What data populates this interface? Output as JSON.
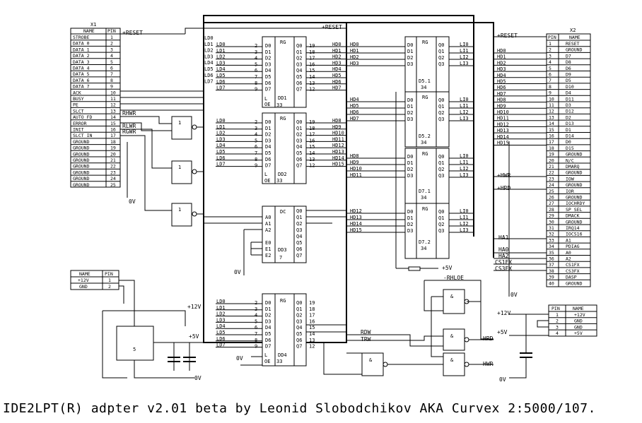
{
  "caption": "IDE2LPT(R) adpter v2.01 beta by Leonid Slobodchikov AKA Curvex 2:5000/107.",
  "x1": {
    "title": "X1",
    "col_name": "NAME",
    "col_pin": "PIN",
    "rows": [
      [
        "STROBE",
        "1"
      ],
      [
        "DATA 0",
        "2"
      ],
      [
        "DATA 1",
        "3"
      ],
      [
        "DATA 2",
        "4"
      ],
      [
        "DATA 3",
        "5"
      ],
      [
        "DATA 4",
        "6"
      ],
      [
        "DATA 5",
        "7"
      ],
      [
        "DATA 6",
        "8"
      ],
      [
        "DATA 7",
        "9"
      ],
      [
        "ACK",
        "10"
      ],
      [
        "BUSY",
        "11"
      ],
      [
        "PE",
        "12"
      ],
      [
        "SLCT",
        "13"
      ],
      [
        "AUTO FD",
        "14"
      ],
      [
        "ERROR",
        "15"
      ],
      [
        "INIT",
        "16"
      ],
      [
        "SLCT IN",
        "17"
      ],
      [
        "GROUND",
        "18"
      ],
      [
        "GROUND",
        "19"
      ],
      [
        "GROUND",
        "20"
      ],
      [
        "GROUND",
        "21"
      ],
      [
        "GROUND",
        "22"
      ],
      [
        "GROUND",
        "23"
      ],
      [
        "GROUND",
        "24"
      ],
      [
        "GROUND",
        "25"
      ]
    ]
  },
  "x2": {
    "title": "X2",
    "col_pin": "PIN",
    "col_name": "NAME",
    "rows": [
      [
        "1",
        "RESET"
      ],
      [
        "2",
        "GROUND"
      ],
      [
        "3",
        "D7"
      ],
      [
        "4",
        "D8"
      ],
      [
        "5",
        "D6"
      ],
      [
        "6",
        "D9"
      ],
      [
        "7",
        "D5"
      ],
      [
        "8",
        "D10"
      ],
      [
        "9",
        "D4"
      ],
      [
        "10",
        "D11"
      ],
      [
        "11",
        "D3"
      ],
      [
        "12",
        "D12"
      ],
      [
        "13",
        "D2"
      ],
      [
        "14",
        "D13"
      ],
      [
        "15",
        "D1"
      ],
      [
        "16",
        "D14"
      ],
      [
        "17",
        "D0"
      ],
      [
        "18",
        "D15"
      ],
      [
        "19",
        "GROUND"
      ],
      [
        "20",
        "N/C"
      ],
      [
        "21",
        "DMARQ"
      ],
      [
        "22",
        "GROUND"
      ],
      [
        "23",
        "IOW"
      ],
      [
        "24",
        "GROUND"
      ],
      [
        "25",
        "IOR"
      ],
      [
        "26",
        "GROUND"
      ],
      [
        "27",
        "IOCHRDY"
      ],
      [
        "28",
        "SP SEL"
      ],
      [
        "29",
        "DMACK"
      ],
      [
        "30",
        "GROUND"
      ],
      [
        "31",
        "IRQ14"
      ],
      [
        "32",
        "IOCS16"
      ],
      [
        "33",
        "A1"
      ],
      [
        "34",
        "PDIAG"
      ],
      [
        "35",
        "A0"
      ],
      [
        "36",
        "A2"
      ],
      [
        "37",
        "CS1FX"
      ],
      [
        "38",
        "CS3FX"
      ],
      [
        "39",
        "DASP"
      ],
      [
        "40",
        "GROUND"
      ]
    ]
  },
  "pwr_in": {
    "col_name": "NAME",
    "col_pin": "PIN",
    "rows": [
      [
        "+12V",
        "1"
      ],
      [
        "GND",
        "2"
      ]
    ]
  },
  "pwr_out": {
    "col_pin": "PIN",
    "col_name": "NAME",
    "rows": [
      [
        "1",
        "+12V"
      ],
      [
        "2",
        "GND"
      ],
      [
        "3",
        "GND"
      ],
      [
        "4",
        "+5V"
      ]
    ]
  },
  "chips": {
    "dd1": {
      "name": "DD1",
      "type": "RG",
      "num": "33",
      "in": [
        "D0",
        "D1",
        "D2",
        "D3",
        "D4",
        "D5",
        "D6",
        "D7"
      ],
      "out": [
        "Q0",
        "Q1",
        "Q2",
        "Q3",
        "Q4",
        "Q5",
        "Q6",
        "Q7"
      ]
    },
    "dd2": {
      "name": "DD2",
      "type": "RG",
      "num": "33"
    },
    "dd3": {
      "name": "DD3",
      "type": "DC",
      "num": "7",
      "in": [
        "A0",
        "A1",
        "A2",
        "E0",
        "E1",
        "E2"
      ]
    },
    "dd4": {
      "name": "DD4",
      "type": "RG",
      "num": "33"
    },
    "d5_1": {
      "name": "D5.1",
      "type": "RG",
      "num": "34"
    },
    "d5_2": {
      "name": "D5.2",
      "type": "RG",
      "num": "34"
    },
    "d7_1": {
      "name": "D7.1",
      "type": "RG",
      "num": "34"
    },
    "d7_2": {
      "name": "D7.2",
      "type": "RG",
      "num": "34"
    },
    "reg": {
      "name": "5"
    }
  },
  "gates": {
    "lbl": "1"
  },
  "labels": {
    "plus_reset": "+RESET",
    "plus_reset_top": "+RESET",
    "plus_reset_right": "+RESET",
    "rhwr": "RHWR",
    "rlwr": "RLWR",
    "rgwr": "RGWR",
    "zero_v": "0V",
    "plus12v": "+12V",
    "plus5v": "+5V",
    "plus5v_b": "+5V",
    "rhloe": "-RHLOE",
    "rdw": "RDW",
    "trw": "TRW",
    "hrd": "HRD",
    "hwr": "HWR",
    "plus_hwr": "+HWR",
    "plus_hrd": "+HRD",
    "plus5v_r": "+5V",
    "ha1": "HA1",
    "ha0": "HA0",
    "ha2": "HA2",
    "cs1fx": "CS1FX",
    "cs3fx": "CS3FX"
  },
  "ld_labels": [
    "LD0",
    "LD1",
    "LD2",
    "LD3",
    "LD4",
    "LD5",
    "LD6",
    "LD7"
  ],
  "hd_labels": [
    "HD0",
    "HD1",
    "HD2",
    "HD3",
    "HD4",
    "HD5",
    "HD6",
    "HD7",
    "HD8",
    "HD9",
    "HD10",
    "HD11",
    "HD12",
    "HD13",
    "HD14",
    "HD15"
  ],
  "li_labels": [
    "LI0",
    "LI1",
    "LI2",
    "LI3"
  ]
}
